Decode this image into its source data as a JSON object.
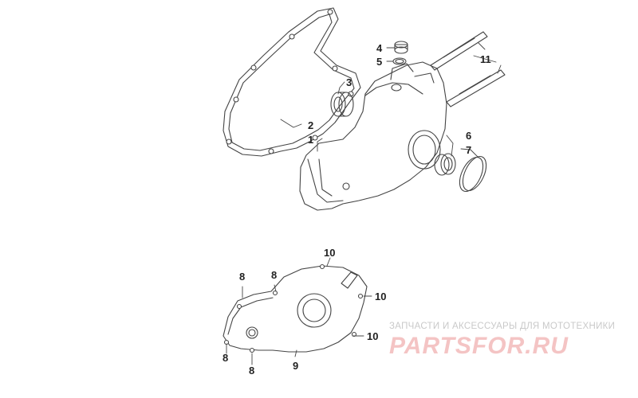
{
  "callouts": {
    "c1": "1",
    "c2": "2",
    "c3": "3",
    "c4": "4",
    "c5": "5",
    "c6": "6",
    "c7": "7",
    "c11": "11",
    "c8a": "8",
    "c8b": "8",
    "c8c": "8",
    "c8d": "8",
    "c9": "9",
    "c10a": "10",
    "c10b": "10",
    "c10c": "10"
  },
  "watermark": {
    "tagline": "ЗАПЧАСТИ И АКСЕССУАРЫ ДЛЯ МОТОТЕХНИКИ",
    "logo": "PARTSFOR.RU"
  },
  "colors": {
    "line": "#444444",
    "watermark_text": "#c9c9c9",
    "watermark_logo": "#f4c4c4"
  }
}
